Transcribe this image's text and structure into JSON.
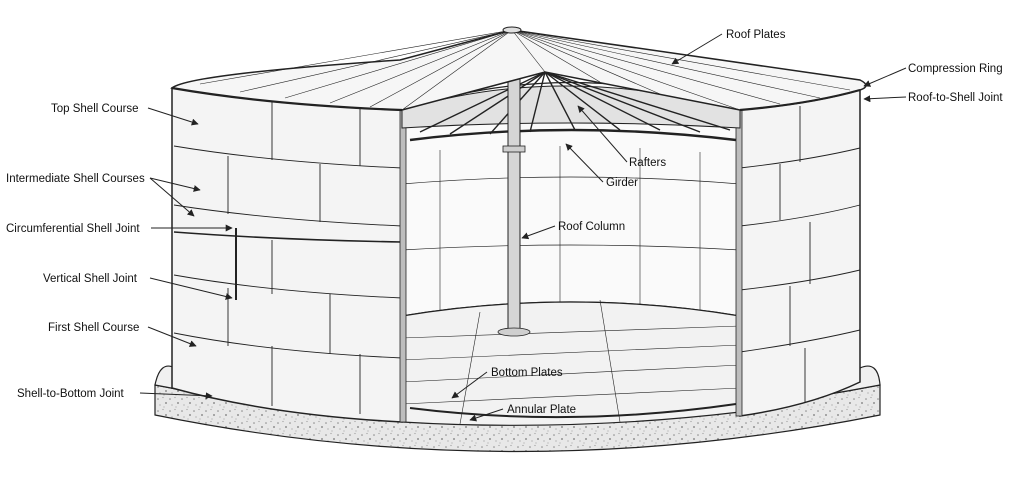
{
  "diagram": {
    "colors": {
      "outline": "#222222",
      "shell_fill": "#f4f4f4",
      "interior_fill": "#fafafa",
      "foundation_fill": "#e6e6e6",
      "label_text": "#111111"
    },
    "labels": {
      "roof_plates": "Roof Plates",
      "compression_ring": "Compression Ring",
      "roof_to_shell_joint": "Roof-to-Shell Joint",
      "top_shell_course": "Top Shell Course",
      "intermediate_shell_courses": "Intermediate Shell Courses",
      "circumferential_shell_joint": "Circumferential Shell Joint",
      "vertical_shell_joint": "Vertical Shell Joint",
      "first_shell_course": "First Shell Course",
      "shell_to_bottom_joint": "Shell-to-Bottom Joint",
      "rafters": "Rafters",
      "girder": "Girder",
      "roof_column": "Roof Column",
      "bottom_plates": "Bottom Plates",
      "annular_plate": "Annular Plate"
    }
  }
}
